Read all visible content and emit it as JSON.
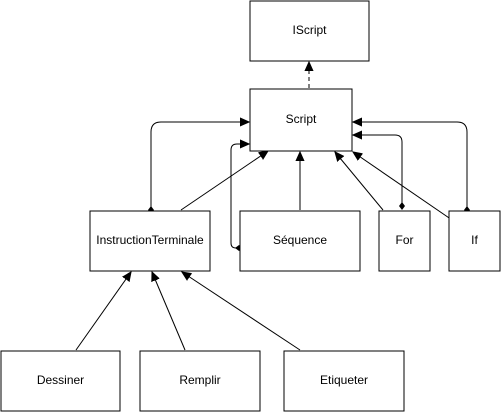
{
  "diagram": {
    "nodes": {
      "iscript": "IScript",
      "script": "Script",
      "instruction_terminale": "InstructionTerminale",
      "sequence": "Séquence",
      "for": "For",
      "if": "If",
      "dessiner": "Dessiner",
      "remplir": "Remplir",
      "etiqueter": "Etiqueter"
    },
    "relations": [
      {
        "from": "Script",
        "to": "IScript",
        "type": "realization"
      },
      {
        "from": "InstructionTerminale",
        "to": "Script",
        "type": "inheritance"
      },
      {
        "from": "Séquence",
        "to": "Script",
        "type": "inheritance"
      },
      {
        "from": "For",
        "to": "Script",
        "type": "inheritance"
      },
      {
        "from": "If",
        "to": "Script",
        "type": "inheritance"
      },
      {
        "from": "InstructionTerminale",
        "to": "Script",
        "type": "association"
      },
      {
        "from": "Séquence",
        "to": "Script",
        "type": "association"
      },
      {
        "from": "For",
        "to": "Script",
        "type": "association"
      },
      {
        "from": "If",
        "to": "Script",
        "type": "association"
      },
      {
        "from": "Dessiner",
        "to": "InstructionTerminale",
        "type": "inheritance"
      },
      {
        "from": "Remplir",
        "to": "InstructionTerminale",
        "type": "inheritance"
      },
      {
        "from": "Etiqueter",
        "to": "InstructionTerminale",
        "type": "inheritance"
      }
    ],
    "colors": {
      "line": "#000000",
      "box_fill": "#ffffff",
      "text": "#000000"
    }
  }
}
